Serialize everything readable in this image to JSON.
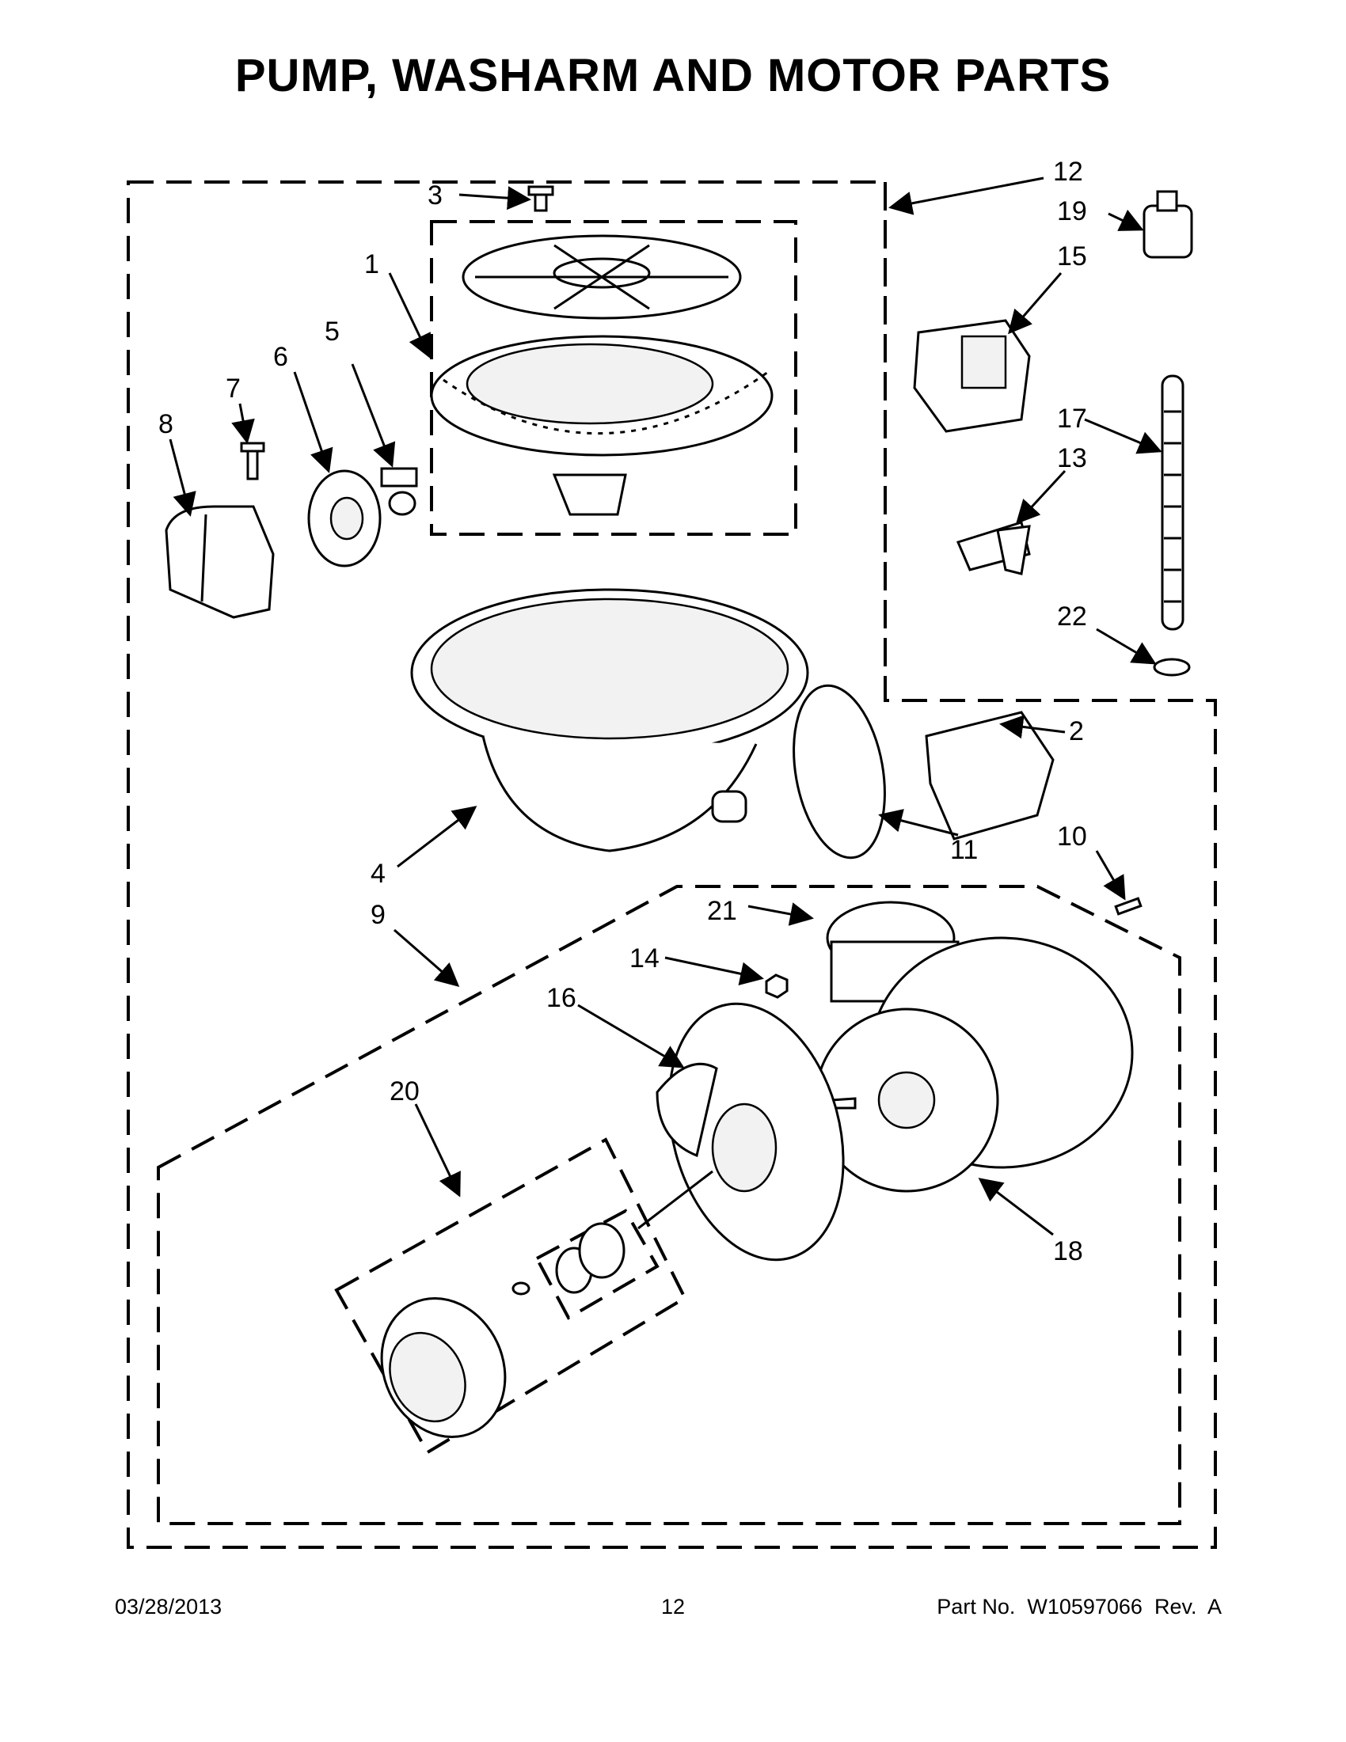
{
  "title": "PUMP, WASHARM AND MOTOR PARTS",
  "callouts": [
    "1",
    "2",
    "3",
    "4",
    "5",
    "6",
    "7",
    "8",
    "9",
    "10",
    "11",
    "12",
    "13",
    "14",
    "15",
    "16",
    "17",
    "18",
    "19",
    "20",
    "21",
    "22"
  ],
  "footer": {
    "date": "03/28/2013",
    "page": "12",
    "part_no": "Part No.  W10597066  Rev.  A"
  }
}
